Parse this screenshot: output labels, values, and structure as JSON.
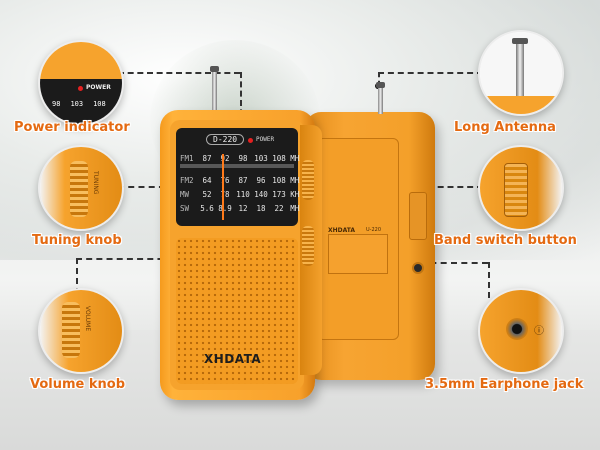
{
  "features": {
    "power_indicator": "Power indicator",
    "long_antenna": "Long Antenna",
    "tuning_knob": "Tuning knob",
    "band_switch_button": "Band switch button",
    "volume_knob": "Volume knob",
    "earphone_jack": "3.5mm Earphone jack"
  },
  "radio": {
    "brand": "XHDATA",
    "model": "D-220",
    "back_model": "U-220",
    "power_label": "POWER",
    "tuning_label": "TUNING",
    "volume_label": "VOLUME",
    "dial_rows": [
      {
        "band": "FM1",
        "values": [
          "87",
          "92",
          "98",
          "103",
          "108"
        ],
        "unit": "MHZ"
      },
      {
        "band": "FM2",
        "values": [
          "64",
          "76",
          "87",
          "96",
          "108"
        ],
        "unit": "MHZ"
      },
      {
        "band": "MW",
        "values": [
          "52",
          "78",
          "110",
          "140",
          "173"
        ],
        "unit": "KHZ"
      },
      {
        "band": "SW",
        "values": [
          "5.6",
          "8.9",
          "12",
          "18",
          "22"
        ],
        "unit": "MHZ"
      }
    ],
    "closeup_numbers": [
      "98",
      "103",
      "108"
    ]
  },
  "colors": {
    "accent": "#e46a12",
    "body": "#f6a32d",
    "dial": "#1b1b1b"
  }
}
